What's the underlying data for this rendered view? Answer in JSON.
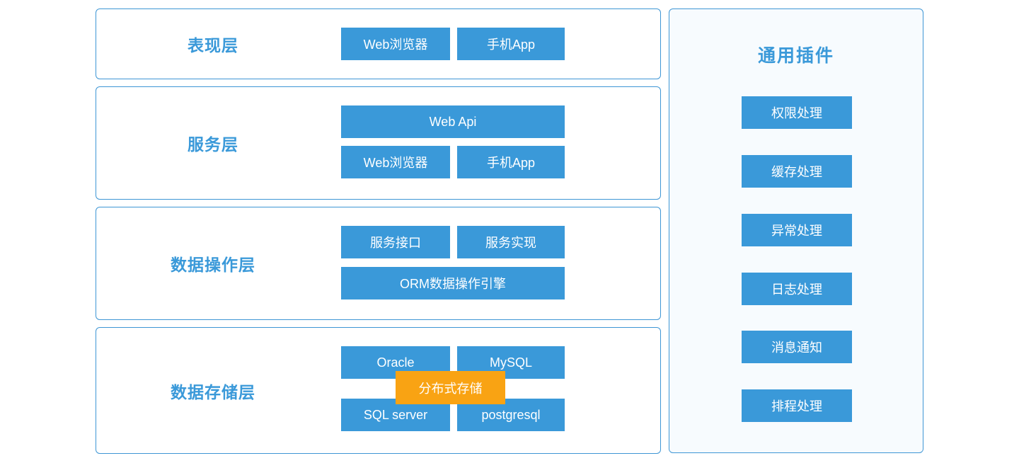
{
  "colors": {
    "primary_blue": "#3A99D9",
    "accent_orange": "#F9A313",
    "border_blue": "#3E96D5",
    "panel_bg": "#F7FBFE"
  },
  "layers": [
    {
      "title": "表现层",
      "buttons": [
        {
          "label": "Web浏览器"
        },
        {
          "label": "手机App"
        }
      ]
    },
    {
      "title": "服务层",
      "buttons": [
        {
          "label": "Web Api"
        },
        {
          "label": "Web浏览器"
        },
        {
          "label": "手机App"
        }
      ]
    },
    {
      "title": "数据操作层",
      "buttons": [
        {
          "label": "服务接口"
        },
        {
          "label": "服务实现"
        },
        {
          "label": "ORM数据操作引擎"
        }
      ]
    },
    {
      "title": "数据存储层",
      "buttons": [
        {
          "label": "Oracle"
        },
        {
          "label": "MySQL"
        },
        {
          "label": "SQL server"
        },
        {
          "label": "postgresql"
        },
        {
          "label": "分布式存储"
        }
      ]
    }
  ],
  "plugins_panel": {
    "title": "通用插件",
    "items": [
      "权限处理",
      "缓存处理",
      "异常处理",
      "日志处理",
      "消息通知",
      "排程处理"
    ]
  }
}
